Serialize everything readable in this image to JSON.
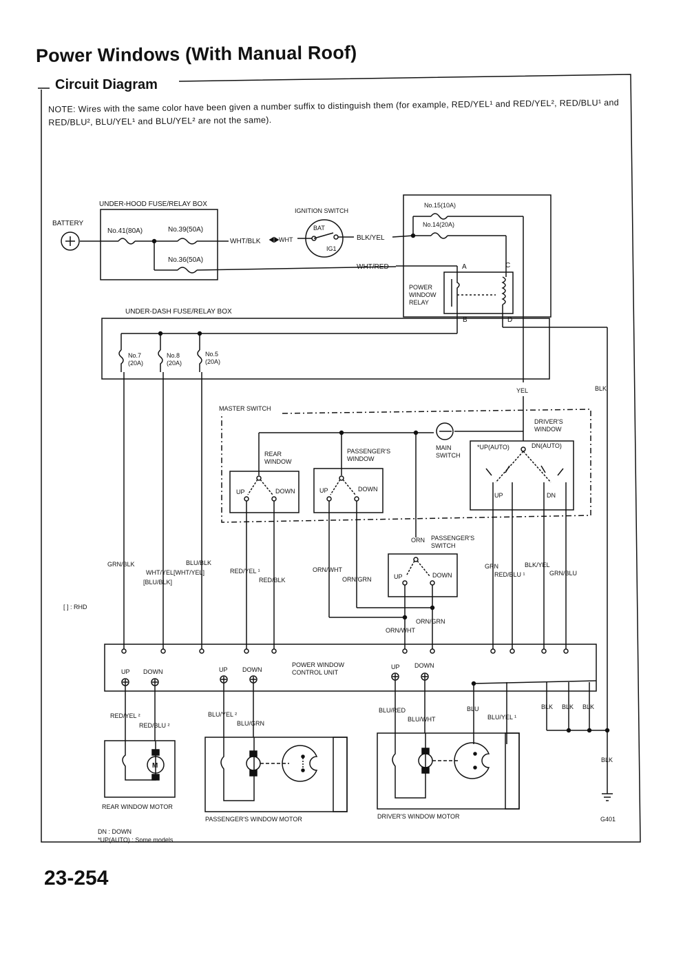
{
  "page": {
    "title": "Power Windows (With Manual Roof)",
    "subtitle": "Circuit Diagram",
    "note": "NOTE: Wires with the same color have been given a number suffix to distinguish them (for example, RED/YEL¹ and RED/YEL², RED/BLU¹ and RED/BLU², BLU/YEL¹ and BLU/YEL² are not the same).",
    "page_number": "23-254"
  },
  "labels": {
    "under_hood_box": "UNDER-HOOD FUSE/RELAY BOX",
    "battery": "BATTERY",
    "fuse41": "No.41(80A)",
    "fuse39": "No.39(50A)",
    "fuse36": "No.36(50A)",
    "ignition_switch": "IGNITION SWITCH",
    "bat": "BAT",
    "ig1": "IG1",
    "fuse15": "No.15(10A)",
    "fuse14": "No.14(20A)",
    "wht_blk": "WHT/BLK",
    "wht": "WHT",
    "blk_yel": "BLK/YEL",
    "wht_red": "WHT/RED",
    "relay_a": "A",
    "relay_b": "B",
    "relay_c": "C",
    "relay_d": "D",
    "pw_relay_1": "POWER",
    "pw_relay_2": "WINDOW",
    "pw_relay_3": "RELAY",
    "under_dash_box": "UNDER-DASH FUSE/RELAY BOX",
    "fuse7a": "No.7",
    "fuse7b": "(20A)",
    "fuse8a": "No.8",
    "fuse8b": "(20A)",
    "fuse5a": "No.5",
    "fuse5b": "(20A)",
    "yel": "YEL",
    "blk": "BLK",
    "master_switch": "MASTER SWITCH",
    "drivers_window_1": "DRIVER'S",
    "drivers_window_2": "WINDOW",
    "rear_window_1": "REAR",
    "rear_window_2": "WINDOW",
    "passengers_window_1": "PASSENGER'S",
    "passengers_window_2": "WINDOW",
    "main_switch_1": "MAIN",
    "main_switch_2": "SWITCH",
    "up_auto": "*UP(AUTO)",
    "dn_auto": "DN(AUTO)",
    "up": "UP",
    "down": "DOWN",
    "dn": "DN",
    "orn": "ORN",
    "passengers_switch_1": "PASSENGER'S",
    "passengers_switch_2": "SWITCH",
    "grn_blk": "GRN/BLK",
    "blu_blk": "BLU/BLK",
    "wht_yel_rhd": "WHT/YEL[WHT/YEL]",
    "blu_blk_rhd": "[BLU/BLK]",
    "red_yel1": "RED/YEL ¹",
    "red_blk": "RED/BLK",
    "orn_wht": "ORN/WHT",
    "orn_grn": "ORN/GRN",
    "grn": "GRN",
    "blk_yel2": "BLK/YEL",
    "red_blu1": "RED/BLU ¹",
    "grn_blu": "GRN/BLU",
    "rhd_note": "[ ] : RHD",
    "control_unit_1": "POWER WINDOW",
    "control_unit_2": "CONTROL UNIT",
    "red_yel2": "RED/YEL ²",
    "red_blu2": "RED/BLU ²",
    "blu_yel2": "BLU/YEL ²",
    "blu_grn": "BLU/GRN",
    "blu_red": "BLU/RED",
    "blu_wht": "BLU/WHT",
    "blu": "BLU",
    "blu_yel1": "BLU/YEL ¹",
    "m": "M",
    "rear_motor": "REAR WINDOW MOTOR",
    "passenger_motor": "PASSENGER'S WINDOW MOTOR",
    "driver_motor": "DRIVER'S WINDOW MOTOR",
    "g401": "G401",
    "legend_dn": "DN : DOWN",
    "legend_up": "*UP(AUTO) : Some models"
  }
}
